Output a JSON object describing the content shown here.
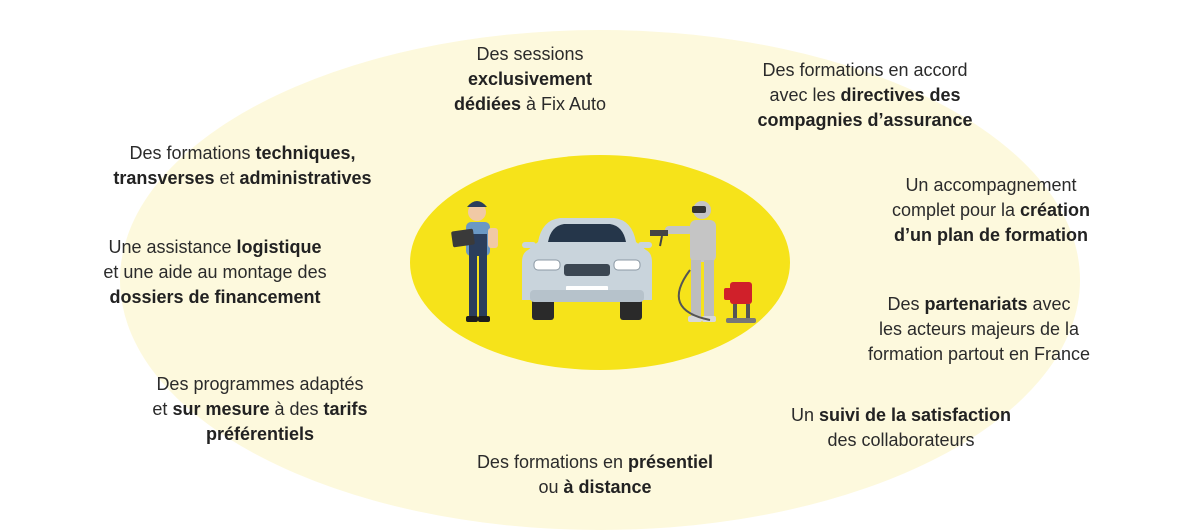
{
  "features": {
    "sessions": [
      {
        "t": "Des sessions",
        "b": false
      },
      {
        "t": "\n",
        "b": false
      },
      {
        "t": "exclusivement",
        "b": true
      },
      {
        "t": "\n",
        "b": false
      },
      {
        "t": "dédiées",
        "b": true
      },
      {
        "t": " à Fix Auto",
        "b": false
      }
    ],
    "accord": [
      {
        "t": "Des formations en accord",
        "b": false
      },
      {
        "t": "\n",
        "b": false
      },
      {
        "t": "avec les ",
        "b": false
      },
      {
        "t": "directives des",
        "b": true
      },
      {
        "t": "\n",
        "b": false
      },
      {
        "t": "compagnies d’assurance",
        "b": true
      }
    ],
    "techniques": [
      {
        "t": "Des formations ",
        "b": false
      },
      {
        "t": "techniques,",
        "b": true
      },
      {
        "t": "\n",
        "b": false
      },
      {
        "t": "transverses",
        "b": true
      },
      {
        "t": " et ",
        "b": false
      },
      {
        "t": "administratives",
        "b": true
      }
    ],
    "accompagnement": [
      {
        "t": "Un accompagnement",
        "b": false
      },
      {
        "t": "\n",
        "b": false
      },
      {
        "t": "complet pour la ",
        "b": false
      },
      {
        "t": "création",
        "b": true
      },
      {
        "t": "\n",
        "b": false
      },
      {
        "t": "d’un plan de formation",
        "b": true
      }
    ],
    "assistance": [
      {
        "t": "Une assistance ",
        "b": false
      },
      {
        "t": "logistique",
        "b": true
      },
      {
        "t": "\n",
        "b": false
      },
      {
        "t": "et une aide au montage des",
        "b": false
      },
      {
        "t": "\n",
        "b": false
      },
      {
        "t": "dossiers de financement",
        "b": true
      }
    ],
    "partenariats": [
      {
        "t": "Des ",
        "b": false
      },
      {
        "t": "partenariats",
        "b": true
      },
      {
        "t": " avec",
        "b": false
      },
      {
        "t": "\n",
        "b": false
      },
      {
        "t": "les acteurs majeurs de la",
        "b": false
      },
      {
        "t": "\n",
        "b": false
      },
      {
        "t": "formation partout en France",
        "b": false
      }
    ],
    "programmes": [
      {
        "t": "Des programmes adaptés",
        "b": false
      },
      {
        "t": "\n",
        "b": false
      },
      {
        "t": "et ",
        "b": false
      },
      {
        "t": "sur mesure",
        "b": true
      },
      {
        "t": " à des ",
        "b": false
      },
      {
        "t": "tarifs",
        "b": true
      },
      {
        "t": "\n",
        "b": false
      },
      {
        "t": "préférentiels",
        "b": true
      }
    ],
    "suivi": [
      {
        "t": "Un ",
        "b": false
      },
      {
        "t": "suivi de la satisfaction",
        "b": true
      },
      {
        "t": "\n",
        "b": false
      },
      {
        "t": "des collaborateurs",
        "b": false
      }
    ],
    "presentiel": [
      {
        "t": "Des formations en ",
        "b": false
      },
      {
        "t": "présentiel",
        "b": true
      },
      {
        "t": "\n",
        "b": false
      },
      {
        "t": "ou ",
        "b": false
      },
      {
        "t": "à distance",
        "b": true
      }
    ]
  },
  "colors": {
    "outer_ellipse": "#fdf9dd",
    "inner_ellipse": "#f6e31a",
    "car": "#c9d4dc",
    "mechanic_shirt": "#6a98c4",
    "mechanic_pants": "#2b3e5c",
    "painter_suit": "#c5c5c5",
    "paint_machine": "#d0202a"
  }
}
